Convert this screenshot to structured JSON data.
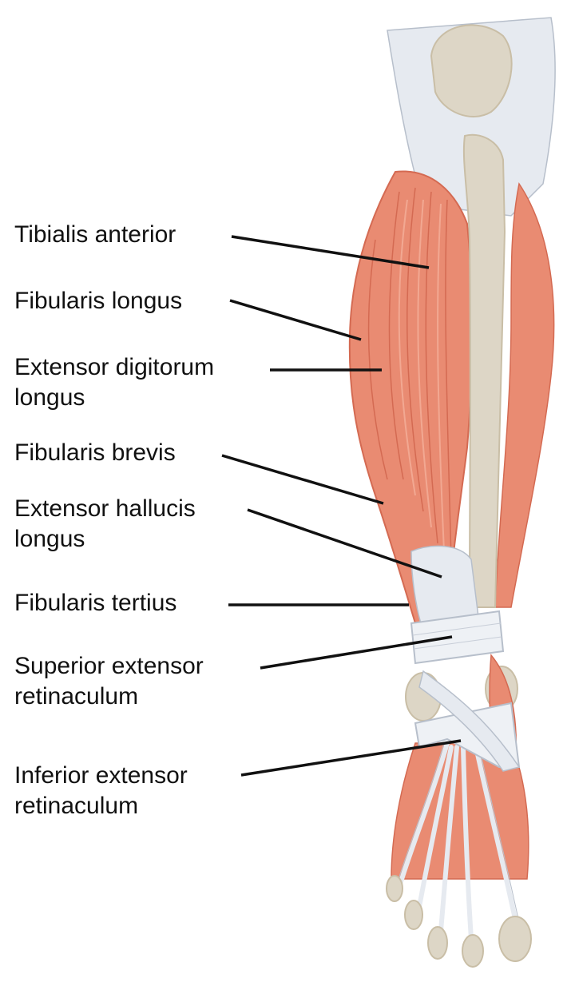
{
  "labels": [
    {
      "lines": [
        "Tibialis anterior"
      ]
    },
    {
      "lines": [
        "Fibularis longus"
      ]
    },
    {
      "lines": [
        "Extensor digitorum",
        "longus"
      ]
    },
    {
      "lines": [
        "Fibularis brevis"
      ]
    },
    {
      "lines": [
        "Extensor hallucis",
        "longus"
      ]
    },
    {
      "lines": [
        "Fibularis tertius"
      ]
    },
    {
      "lines": [
        "Superior extensor",
        "retinaculum"
      ]
    },
    {
      "lines": [
        "Inferior extensor",
        "retinaculum"
      ]
    }
  ],
  "colors": {
    "muscle": "#e98b72",
    "muscle_dark": "#d46a52",
    "muscle_light": "#f2a892",
    "bone": "#ddd6c6",
    "bone_shade": "#c9bea6",
    "tendon": "#e6eaf0",
    "tendon_edge": "#b7bfcb",
    "leader": "#111111"
  }
}
